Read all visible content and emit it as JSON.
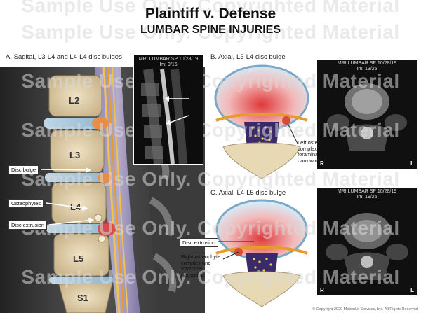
{
  "watermark_text": "Sample Use Only. Copyrighted Material",
  "title": "Plaintiff v. Defense",
  "subtitle": "LUMBAR SPINE INJURIES",
  "panels": {
    "a_label": "A. Sagital, L3-L4 and L4-L4 disc bulges",
    "b_label": "B. Axial, L3-L4 disc bulge",
    "c_label": "C. Axial, L4-L5 disc bulge"
  },
  "mri": {
    "sag_header": "MRI LUMBAR SP 10/28/19",
    "sag_sub": "Im: 9/15",
    "ax1_header": "MRI LUMBAR SP 10/28/19",
    "ax1_sub": "Im: 13/25",
    "ax2_header": "MRI LUMBAR SP 10/28/19",
    "ax2_sub": "Im: 19/25",
    "right": "R",
    "left": "L"
  },
  "vertebrae": [
    "L2",
    "L3",
    "L4",
    "L5",
    "S1"
  ],
  "callouts": {
    "disc_bulge": "Disc bulge",
    "osteophytes": "Osteophytes",
    "disc_extrusion": "Disc extrusion",
    "left_osteophyte": "Left osteophyte complex and foraminal narrowing",
    "disc_extrusion_c": "Disc extrusion",
    "right_osteophyte": "Right osteophyte complex and foraminal narrowing"
  },
  "copyright": "© Copyright 2020 MotionLit Services, Inc. All Rights Reserved"
}
